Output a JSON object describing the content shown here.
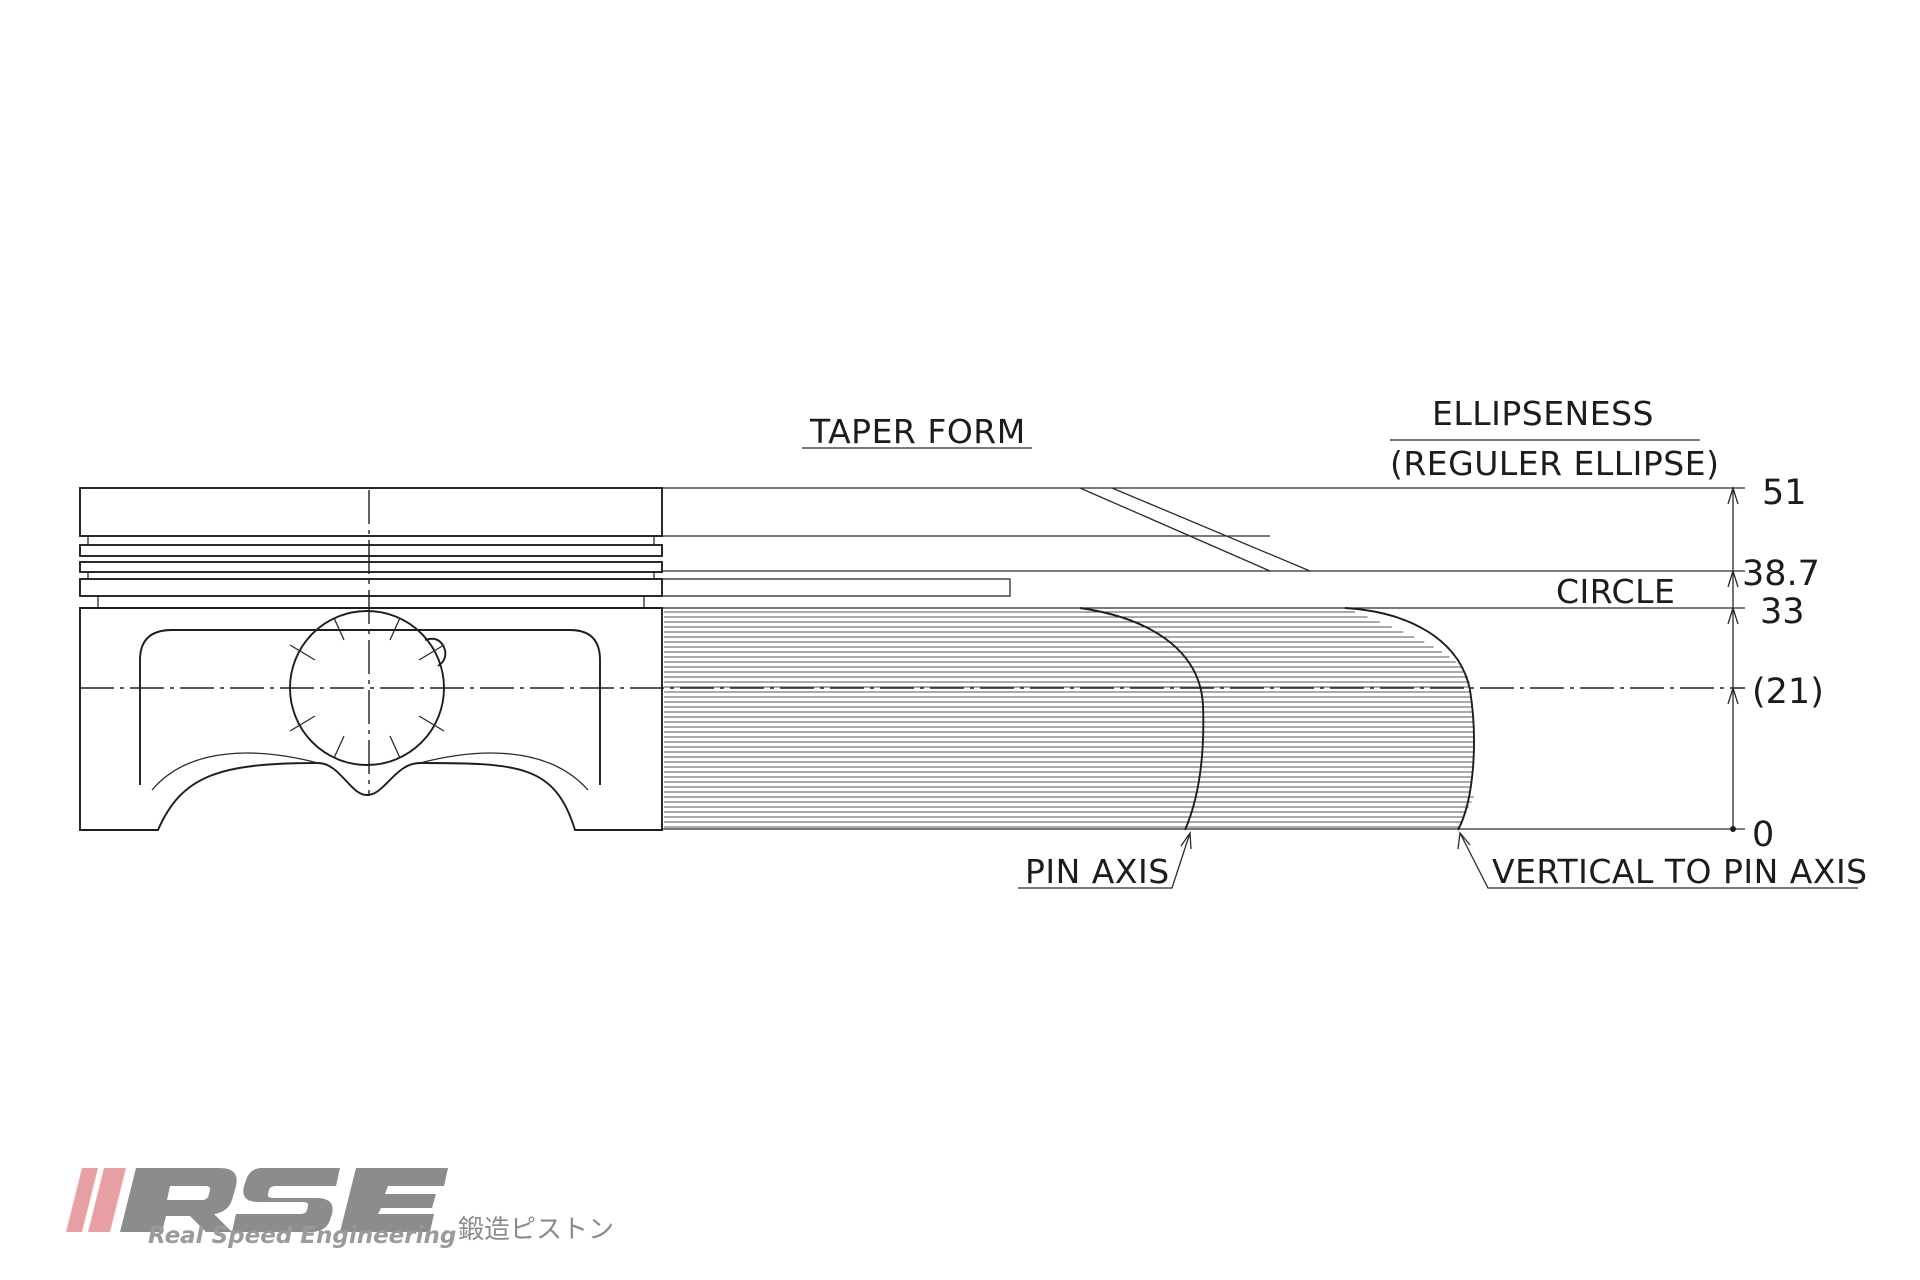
{
  "labels": {
    "taper_form": "TAPER FORM",
    "ellipseness": "ELLIPSENESS",
    "reguler_ellipse": "(REGULER ELLIPSE)",
    "circle": "CIRCLE",
    "pin_axis": "PIN AXIS",
    "vertical_to_pin_axis": "VERTICAL TO PIN AXIS"
  },
  "dimensions": [
    "51",
    "38.7",
    "33",
    "(21)",
    "0"
  ],
  "brand": {
    "logo": "RSE",
    "tagline": "Real Speed Engineering",
    "japanese": "鍛造ピストン",
    "colors": {
      "logo_gray": "#8c8c8c",
      "logo_red": "#e8a0a5"
    }
  }
}
